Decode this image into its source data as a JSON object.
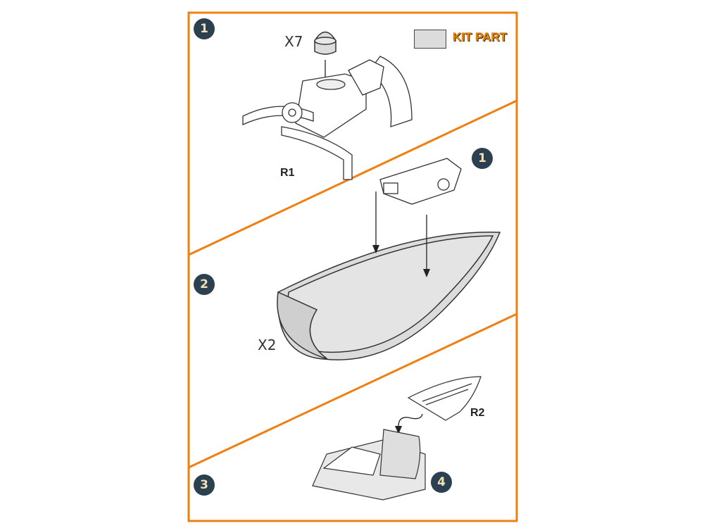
{
  "legend": {
    "label": "KIT PART",
    "swatch_color": "#dcdcdc"
  },
  "frame_color": "#f07f12",
  "steps": [
    {
      "number": "1",
      "quantity": "X7",
      "part_ref": "R1"
    },
    {
      "number": "2",
      "quantity": "X2",
      "subassembly_ref": "1"
    },
    {
      "number": "3",
      "part_ref": "R2",
      "subassembly_ref": "4"
    }
  ]
}
